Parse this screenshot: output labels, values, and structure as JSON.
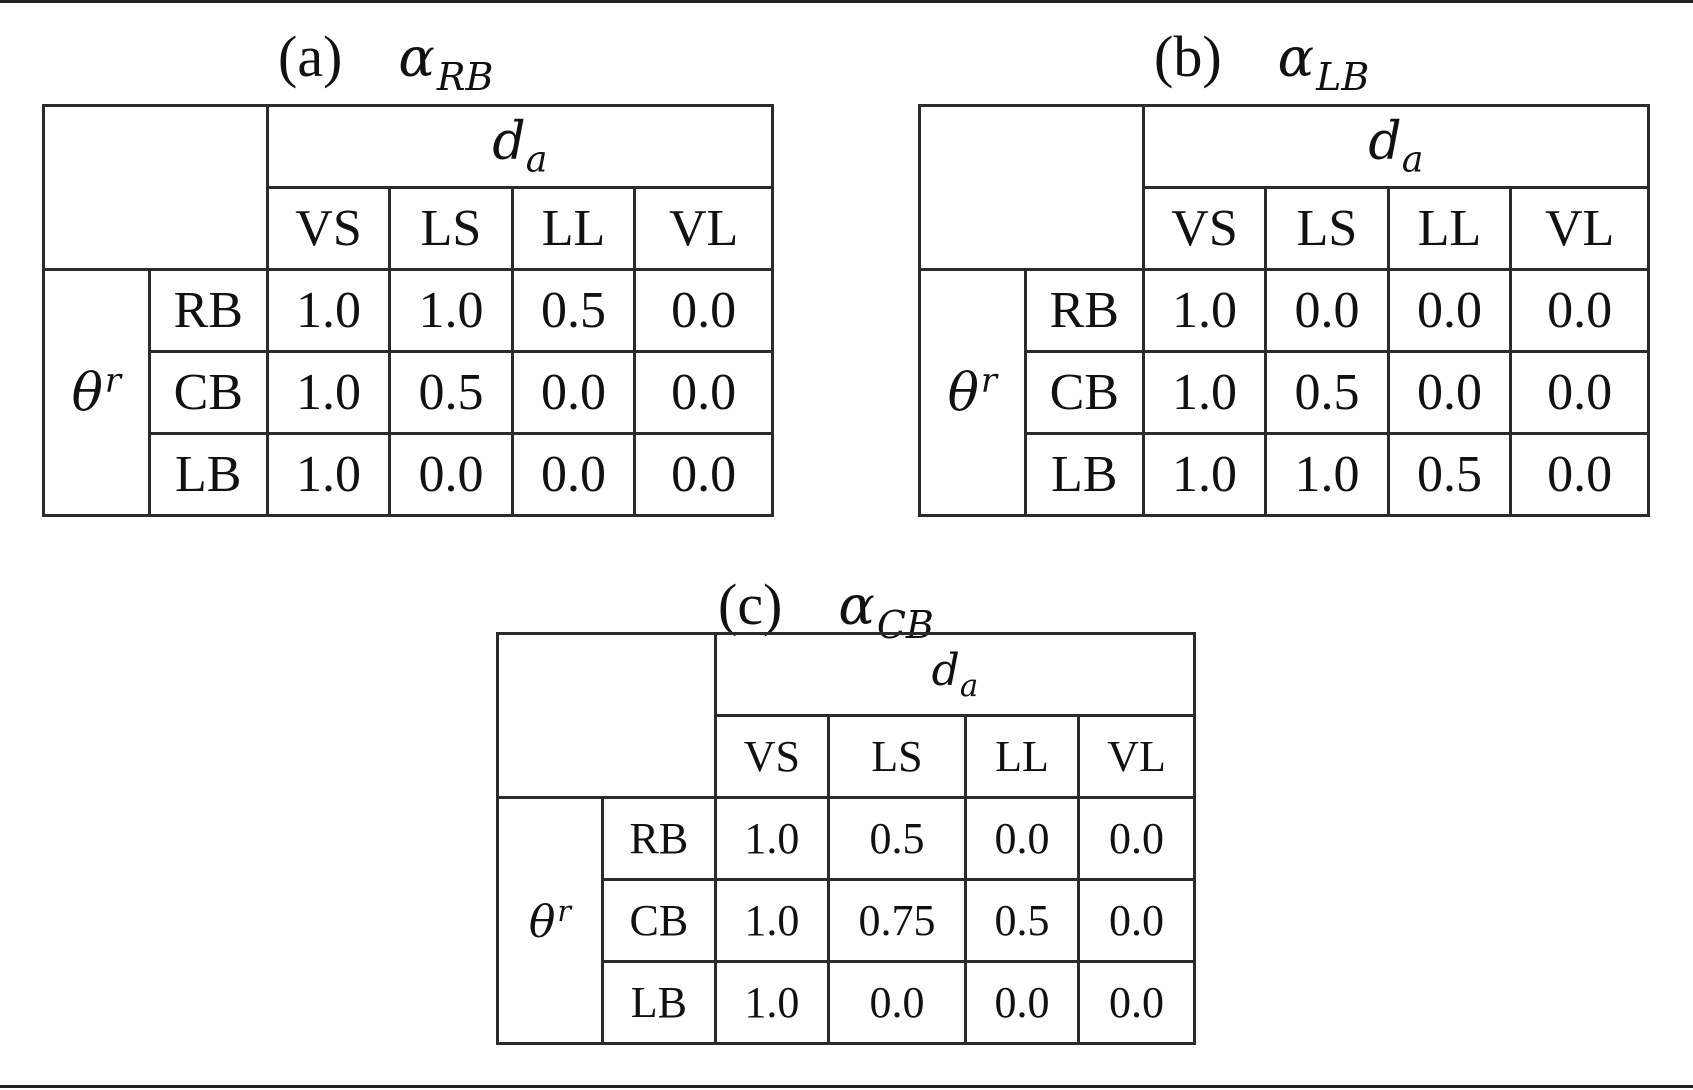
{
  "panels": [
    {
      "label": "(a)",
      "variable": "α",
      "subscript": "RB",
      "column_header": "d",
      "column_header_sub": "a",
      "row_header": "θ",
      "row_header_sup": "r",
      "columns": [
        "VS",
        "LS",
        "LL",
        "VL"
      ],
      "rows": [
        {
          "label": "RB",
          "values": [
            "1.0",
            "1.0",
            "0.5",
            "0.0"
          ]
        },
        {
          "label": "CB",
          "values": [
            "1.0",
            "0.5",
            "0.0",
            "0.0"
          ]
        },
        {
          "label": "LB",
          "values": [
            "1.0",
            "0.0",
            "0.0",
            "0.0"
          ]
        }
      ]
    },
    {
      "label": "(b)",
      "variable": "α",
      "subscript": "LB",
      "column_header": "d",
      "column_header_sub": "a",
      "row_header": "θ",
      "row_header_sup": "r",
      "columns": [
        "VS",
        "LS",
        "LL",
        "VL"
      ],
      "rows": [
        {
          "label": "RB",
          "values": [
            "1.0",
            "0.0",
            "0.0",
            "0.0"
          ]
        },
        {
          "label": "CB",
          "values": [
            "1.0",
            "0.5",
            "0.0",
            "0.0"
          ]
        },
        {
          "label": "LB",
          "values": [
            "1.0",
            "1.0",
            "0.5",
            "0.0"
          ]
        }
      ]
    },
    {
      "label": "(c)",
      "variable": "α",
      "subscript": "CB",
      "column_header": "d",
      "column_header_sub": "a",
      "row_header": "θ",
      "row_header_sup": "r",
      "columns": [
        "VS",
        "LS",
        "LL",
        "VL"
      ],
      "rows": [
        {
          "label": "RB",
          "values": [
            "1.0",
            "0.5",
            "0.0",
            "0.0"
          ]
        },
        {
          "label": "CB",
          "values": [
            "1.0",
            "0.75",
            "0.5",
            "0.0"
          ]
        },
        {
          "label": "LB",
          "values": [
            "1.0",
            "0.0",
            "0.0",
            "0.0"
          ]
        }
      ]
    }
  ]
}
